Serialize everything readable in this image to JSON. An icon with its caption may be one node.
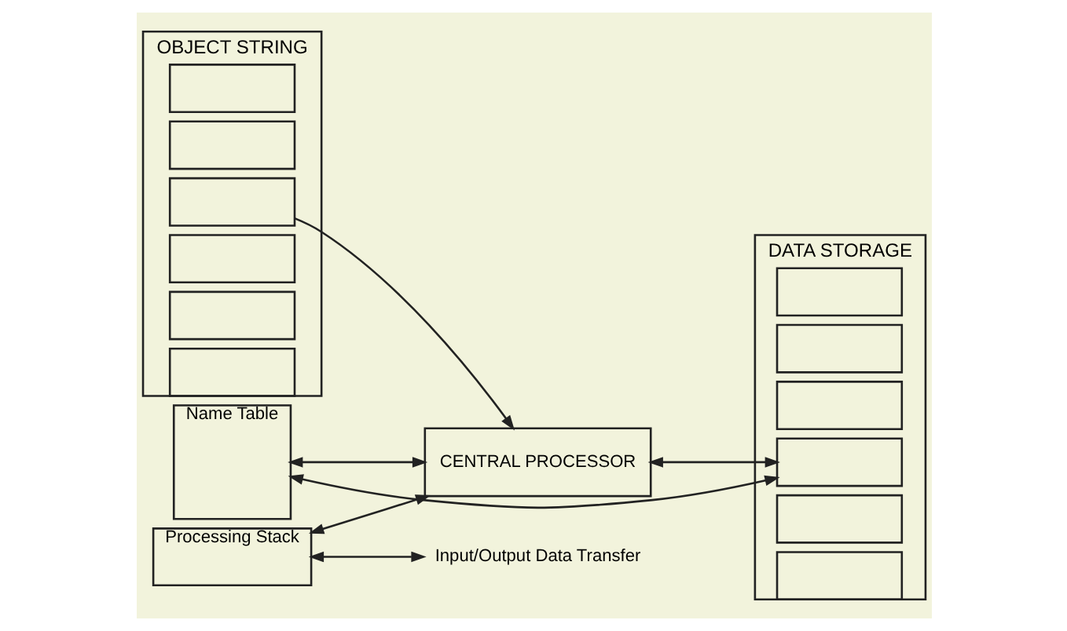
{
  "diagram": {
    "nodes": [
      {
        "text": [
          "OBJECT STRING"
        ]
      },
      {
        "text": [],
        "shape": "box",
        "in": 0
      },
      {
        "text": [],
        "shape": "box",
        "in": 0
      },
      {
        "text": [],
        "shape": "box",
        "in": 0
      },
      {
        "text": [],
        "shape": "box",
        "in": 0
      },
      {
        "text": [],
        "shape": "box",
        "in": 0
      },
      {
        "text": [],
        "shape": "box",
        "in": 0
      },
      {
        "text": [
          "CENTRAL PROCESSOR"
        ]
      },
      {
        "text": [
          "DATA STORAGE"
        ]
      },
      {
        "text": [],
        "shape": "box",
        "in": 8
      },
      {
        "text": [],
        "shape": "box",
        "in": 8
      },
      {
        "text": [],
        "shape": "box",
        "in": 8
      },
      {
        "text": [],
        "shape": "box",
        "in": 8
      },
      {
        "text": [],
        "shape": "box",
        "in": 8
      },
      {
        "text": [],
        "shape": "box",
        "in": 8
      },
      {
        "text": [
          "Processing Stack"
        ]
      },
      {
        "text": [
          "Name Table"
        ]
      },
      {
        "text": [
          "Input/Output Data Transfer"
        ]
      }
    ],
    "edges": [
      {
        "from": 3,
        "to": 7,
        "arrow": "to"
      },
      {
        "from": 7,
        "to": 12,
        "arrow": "both"
      },
      {
        "from": 15,
        "to": 7,
        "arrow": "both"
      },
      {
        "from": 16,
        "to": 7,
        "arrow": "both"
      },
      {
        "from": 12,
        "to": 16,
        "arrow": "both"
      },
      {
        "from": 15,
        "to": 17,
        "arrow": "both"
      }
    ]
  }
}
